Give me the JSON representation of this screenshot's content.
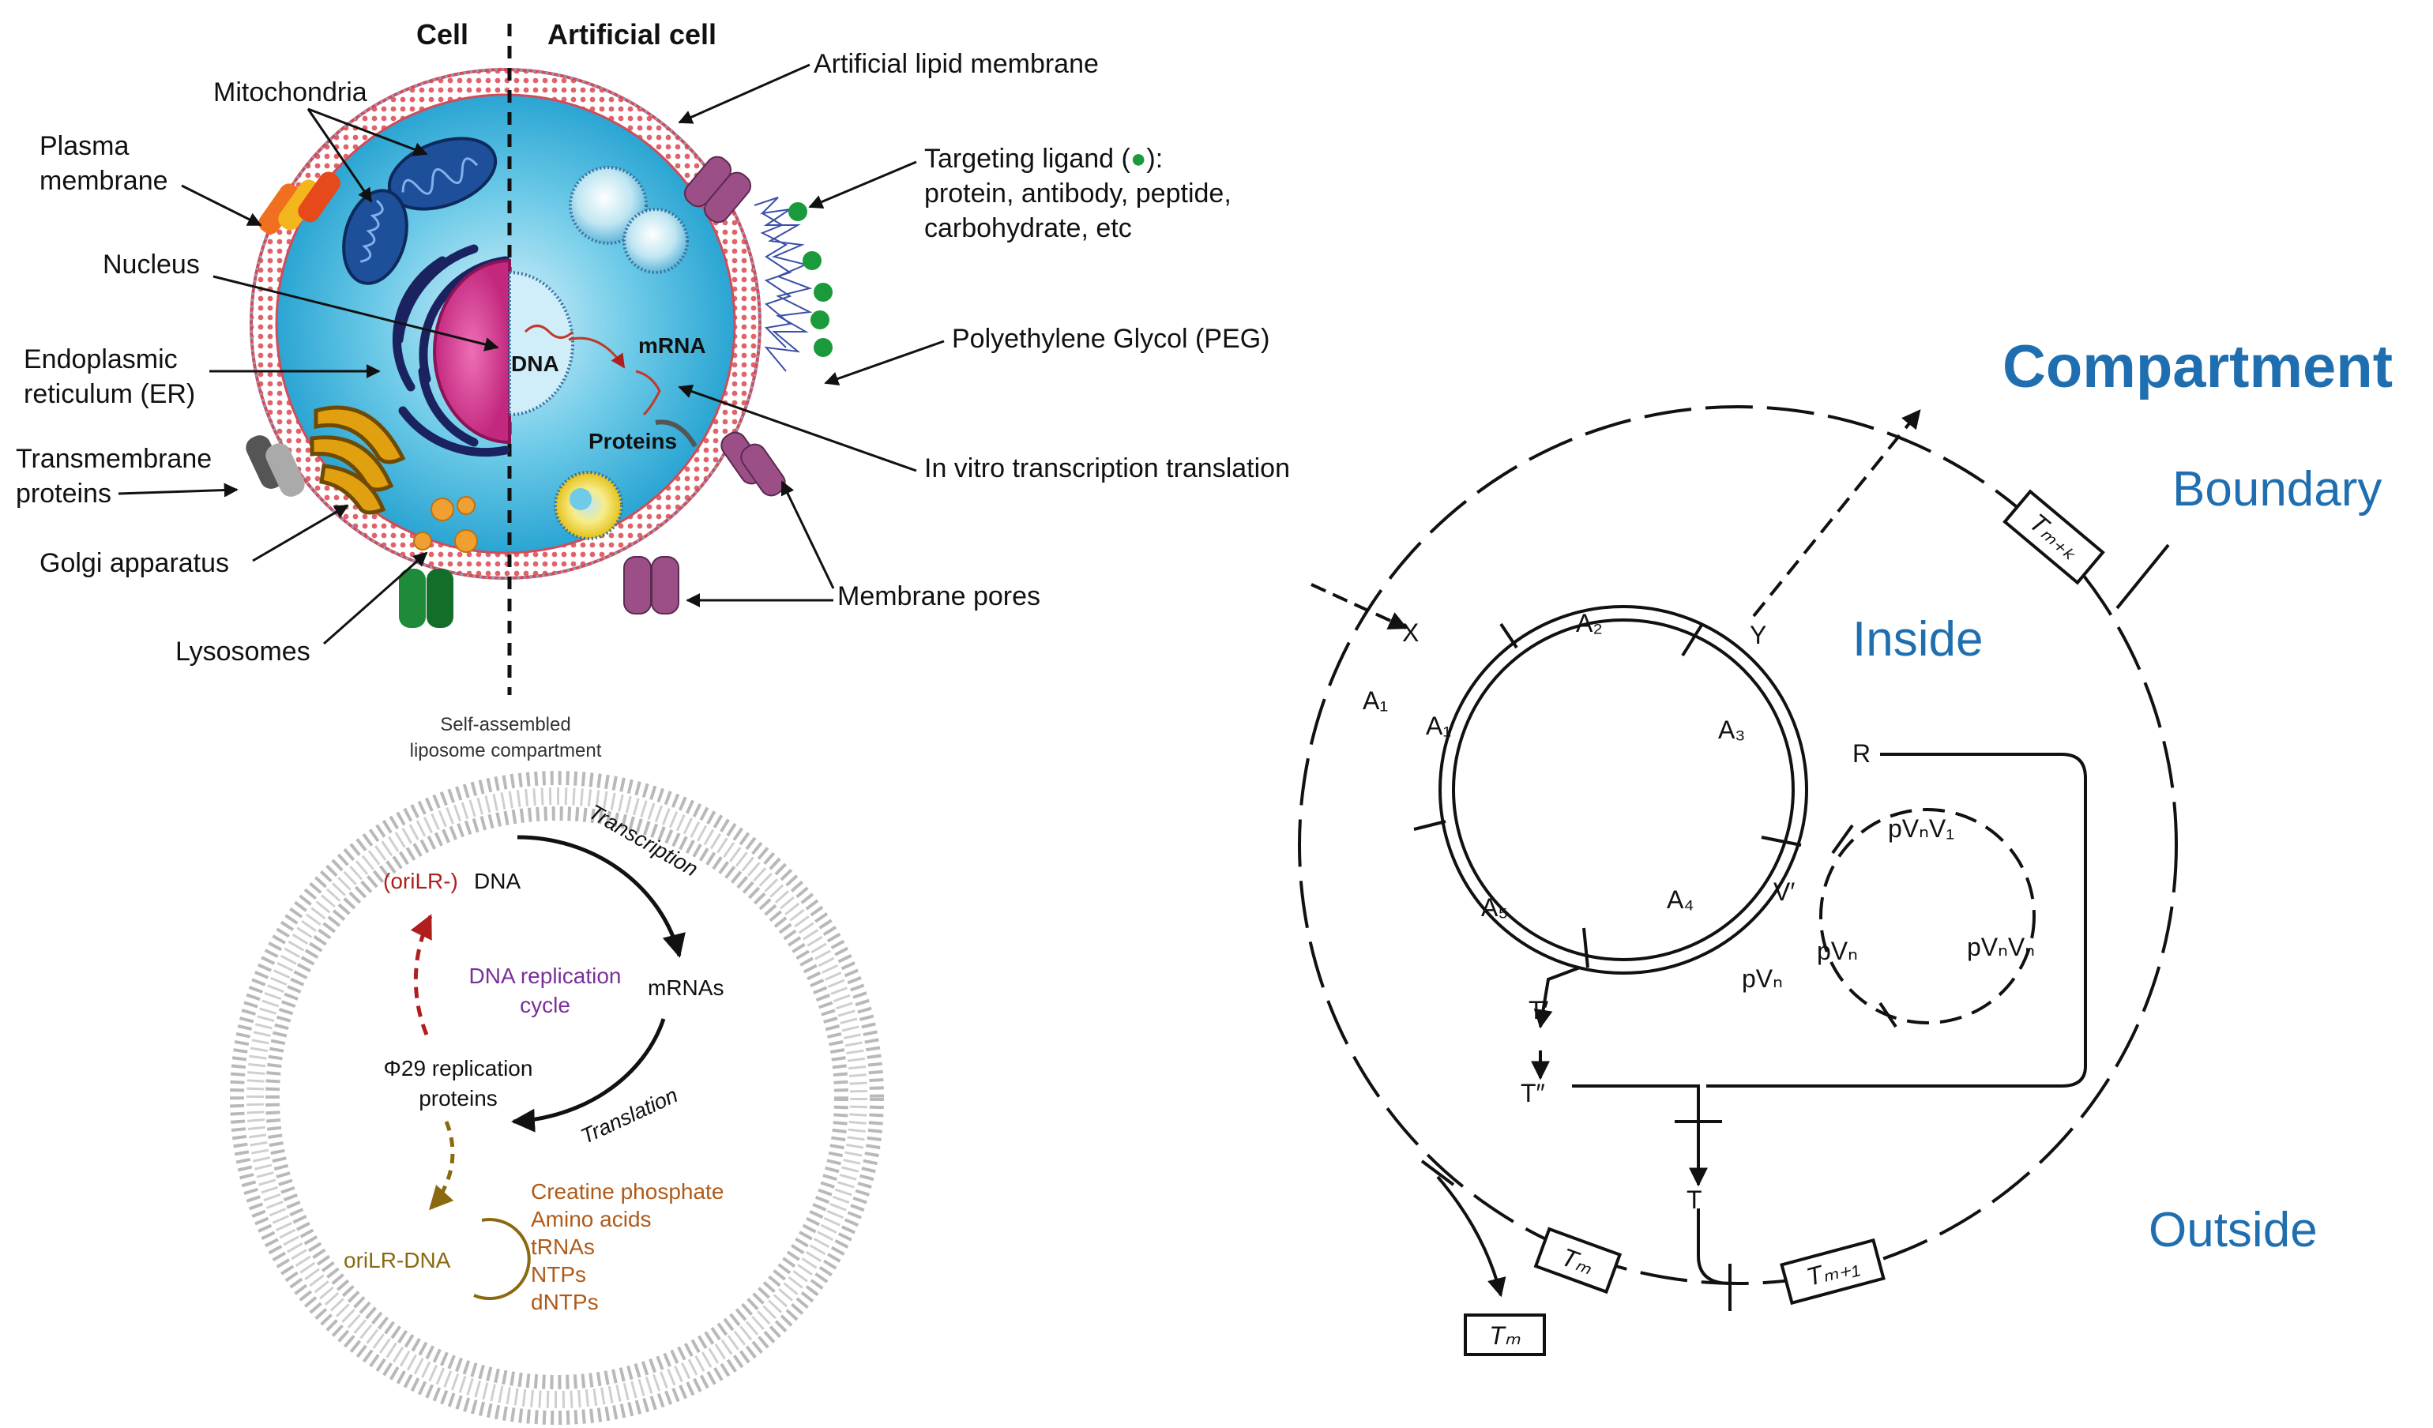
{
  "colors": {
    "accent_blue": "#1f6fb0",
    "cytoplasm": "#3bb4dc",
    "membrane_red": "#e0626a",
    "nucleus": "#d6338f",
    "er": "#1a2360",
    "mito": "#1e4f9b",
    "golgi": "#e0a010",
    "lysosome": "#f0a030",
    "pore_purple": "#9b4f86",
    "peg_blue": "#3a4fa8",
    "ligand_green": "#1a9a3a",
    "liposome_gray": "#b9b9b9",
    "replication_red": "#b01e1e",
    "replication_purple": "#7b2f9a",
    "supply_orange": "#b05a18",
    "oriLR_brown": "#8a6a10"
  },
  "cell_diagram": {
    "header_left": "Cell",
    "header_right": "Artificial cell",
    "labels": {
      "artificial_lipid_membrane": "Artificial lipid membrane",
      "mitochondria": "Mitochondria",
      "plasma_membrane_1": "Plasma",
      "plasma_membrane_2": "membrane",
      "targeting_ligand_1": "Targeting ligand (",
      "targeting_ligand_1b": "):",
      "targeting_ligand_2": "protein, antibody, peptide,",
      "targeting_ligand_3": "carbohydrate, etc",
      "nucleus": "Nucleus",
      "er_1": "Endoplasmic",
      "er_2": "reticulum (ER)",
      "peg": "Polyethylene Glycol (PEG)",
      "dna": "DNA",
      "mrna": "mRNA",
      "proteins": "Proteins",
      "transmembrane_1": "Transmembrane",
      "transmembrane_2": "proteins",
      "ivtt": "In vitro transcription translation",
      "golgi": "Golgi apparatus",
      "membrane_pores": "Membrane pores",
      "lysosomes": "Lysosomes"
    }
  },
  "liposome_diagram": {
    "title_1": "Self-assembled",
    "title_2": "liposome compartment",
    "orilr_minus": "(oriLR-)",
    "dna": "DNA",
    "transcription": "Transcription",
    "mrnas": "mRNAs",
    "cycle_1": "DNA replication",
    "cycle_2": "cycle",
    "phi29_1": "Φ29 replication",
    "phi29_2": "proteins",
    "translation": "Translation",
    "orilr_dna": "oriLR-DNA",
    "supplies": [
      "Creatine phosphate",
      "Amino acids",
      "tRNAs",
      "NTPs",
      "dNTPs"
    ]
  },
  "compartment_diagram": {
    "title": "Compartment",
    "boundary": "Boundary",
    "inside": "Inside",
    "outside": "Outside",
    "nodes": {
      "x": "X",
      "a1_outer": "A₁",
      "a1_inner": "A₁",
      "a2": "A₂",
      "a3": "A₃",
      "a4": "A₄",
      "a5": "A₅",
      "y": "Y",
      "r": "R",
      "v_prime": "V′",
      "pvnv1": "pVₙV₁",
      "pvn_1": "pVₙ",
      "pvnvn": "pVₙVₙ",
      "pvn_2": "pVₙ",
      "t_prime": "T′",
      "t_dprime": "T″",
      "t": "T",
      "tm_box_1": "Tₘ",
      "tm_box_2": "Tₘ",
      "tm1_box": "Tₘ₊₁",
      "tmk_box": "Tₘ₊ₖ"
    }
  }
}
